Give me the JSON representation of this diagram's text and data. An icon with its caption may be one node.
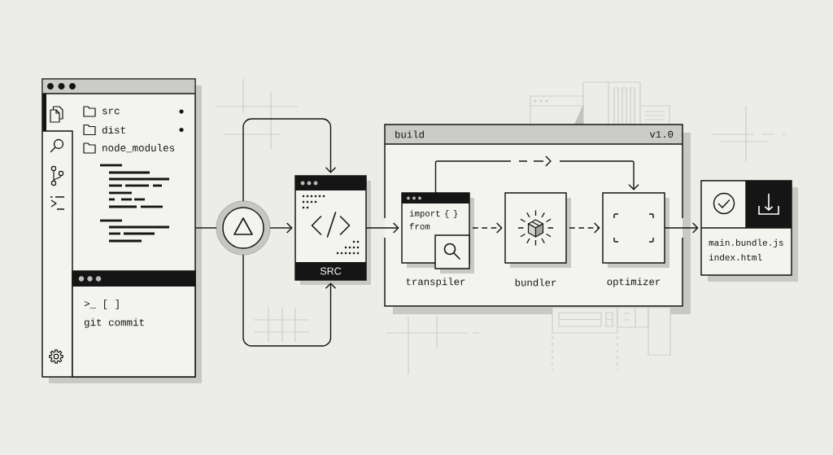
{
  "diagram": {
    "nodes": [
      {
        "text": [
          "src",
          "dist",
          "node_modules"
        ]
      },
      {
        "text": [
          ">_ [ ]",
          "git commit"
        ],
        "in": 0
      },
      {
        "text": [],
        "shape": "circle"
      },
      {
        "text": [
          "SRC"
        ]
      },
      {
        "text": [
          "build",
          "v1.0"
        ]
      },
      {
        "text": [
          "import { } from"
        ],
        "in": 4,
        "beside": [
          "transpiler"
        ]
      },
      {
        "text": [],
        "shape": "box",
        "in": 4,
        "beside": [
          "bundler"
        ]
      },
      {
        "text": [],
        "shape": "box",
        "in": 4,
        "beside": [
          "optimizer"
        ]
      },
      {
        "text": [
          "main.bundle.js",
          "index.html"
        ]
      }
    ],
    "edges": [
      {
        "from": 0,
        "to": 2,
        "arrow": "none"
      },
      {
        "from": 2,
        "to": 3,
        "arrow": "to"
      },
      {
        "from": 2,
        "to": 3,
        "arrow": "to"
      },
      {
        "from": 2,
        "to": 3,
        "arrow": "to"
      },
      {
        "from": 3,
        "to": 5,
        "arrow": "to"
      },
      {
        "from": 5,
        "to": 6,
        "arrow": "to",
        "style": "dashed"
      },
      {
        "from": 6,
        "to": 7,
        "arrow": "to",
        "style": "dashed"
      },
      {
        "from": 5,
        "to": 7,
        "arrow": "to",
        "style": "dashed"
      },
      {
        "from": 7,
        "to": 8,
        "arrow": "to"
      }
    ]
  }
}
